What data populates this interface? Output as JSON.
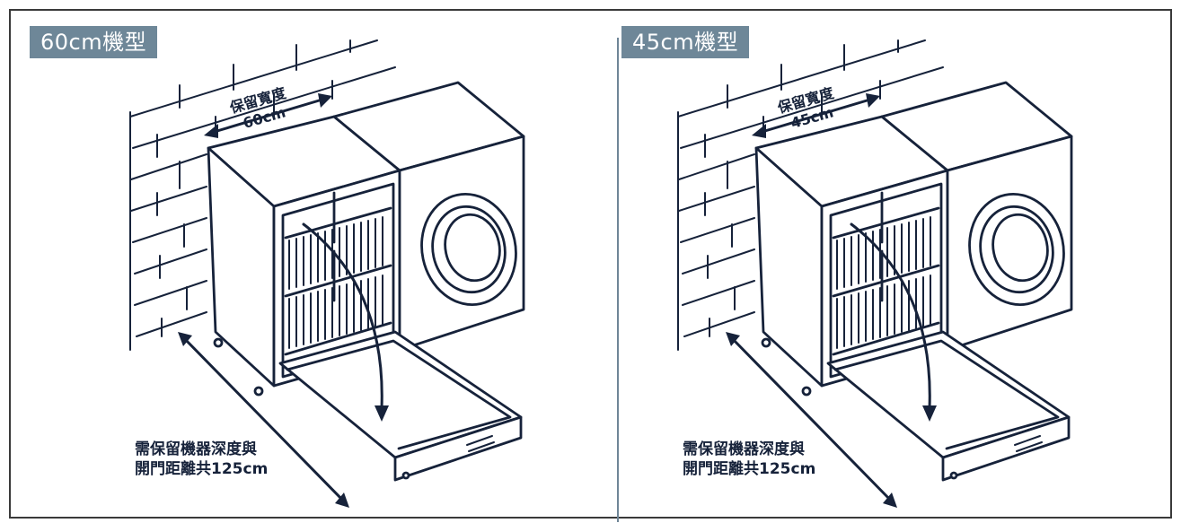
{
  "panels": [
    {
      "tag": "60cm機型",
      "width_title": "保留寬度",
      "width_value": "60cm",
      "note_line1": "需保留機器深度與",
      "note_line2": "開門距離共125cm"
    },
    {
      "tag": "45cm機型",
      "width_title": "保留寬度",
      "width_value": "45cm",
      "note_line1": "需保留機器深度與",
      "note_line2": "開門距離共125cm"
    }
  ],
  "colors": {
    "tag_bg": "#6e8798",
    "ink": "#16223a",
    "divider": "#6f8697"
  }
}
